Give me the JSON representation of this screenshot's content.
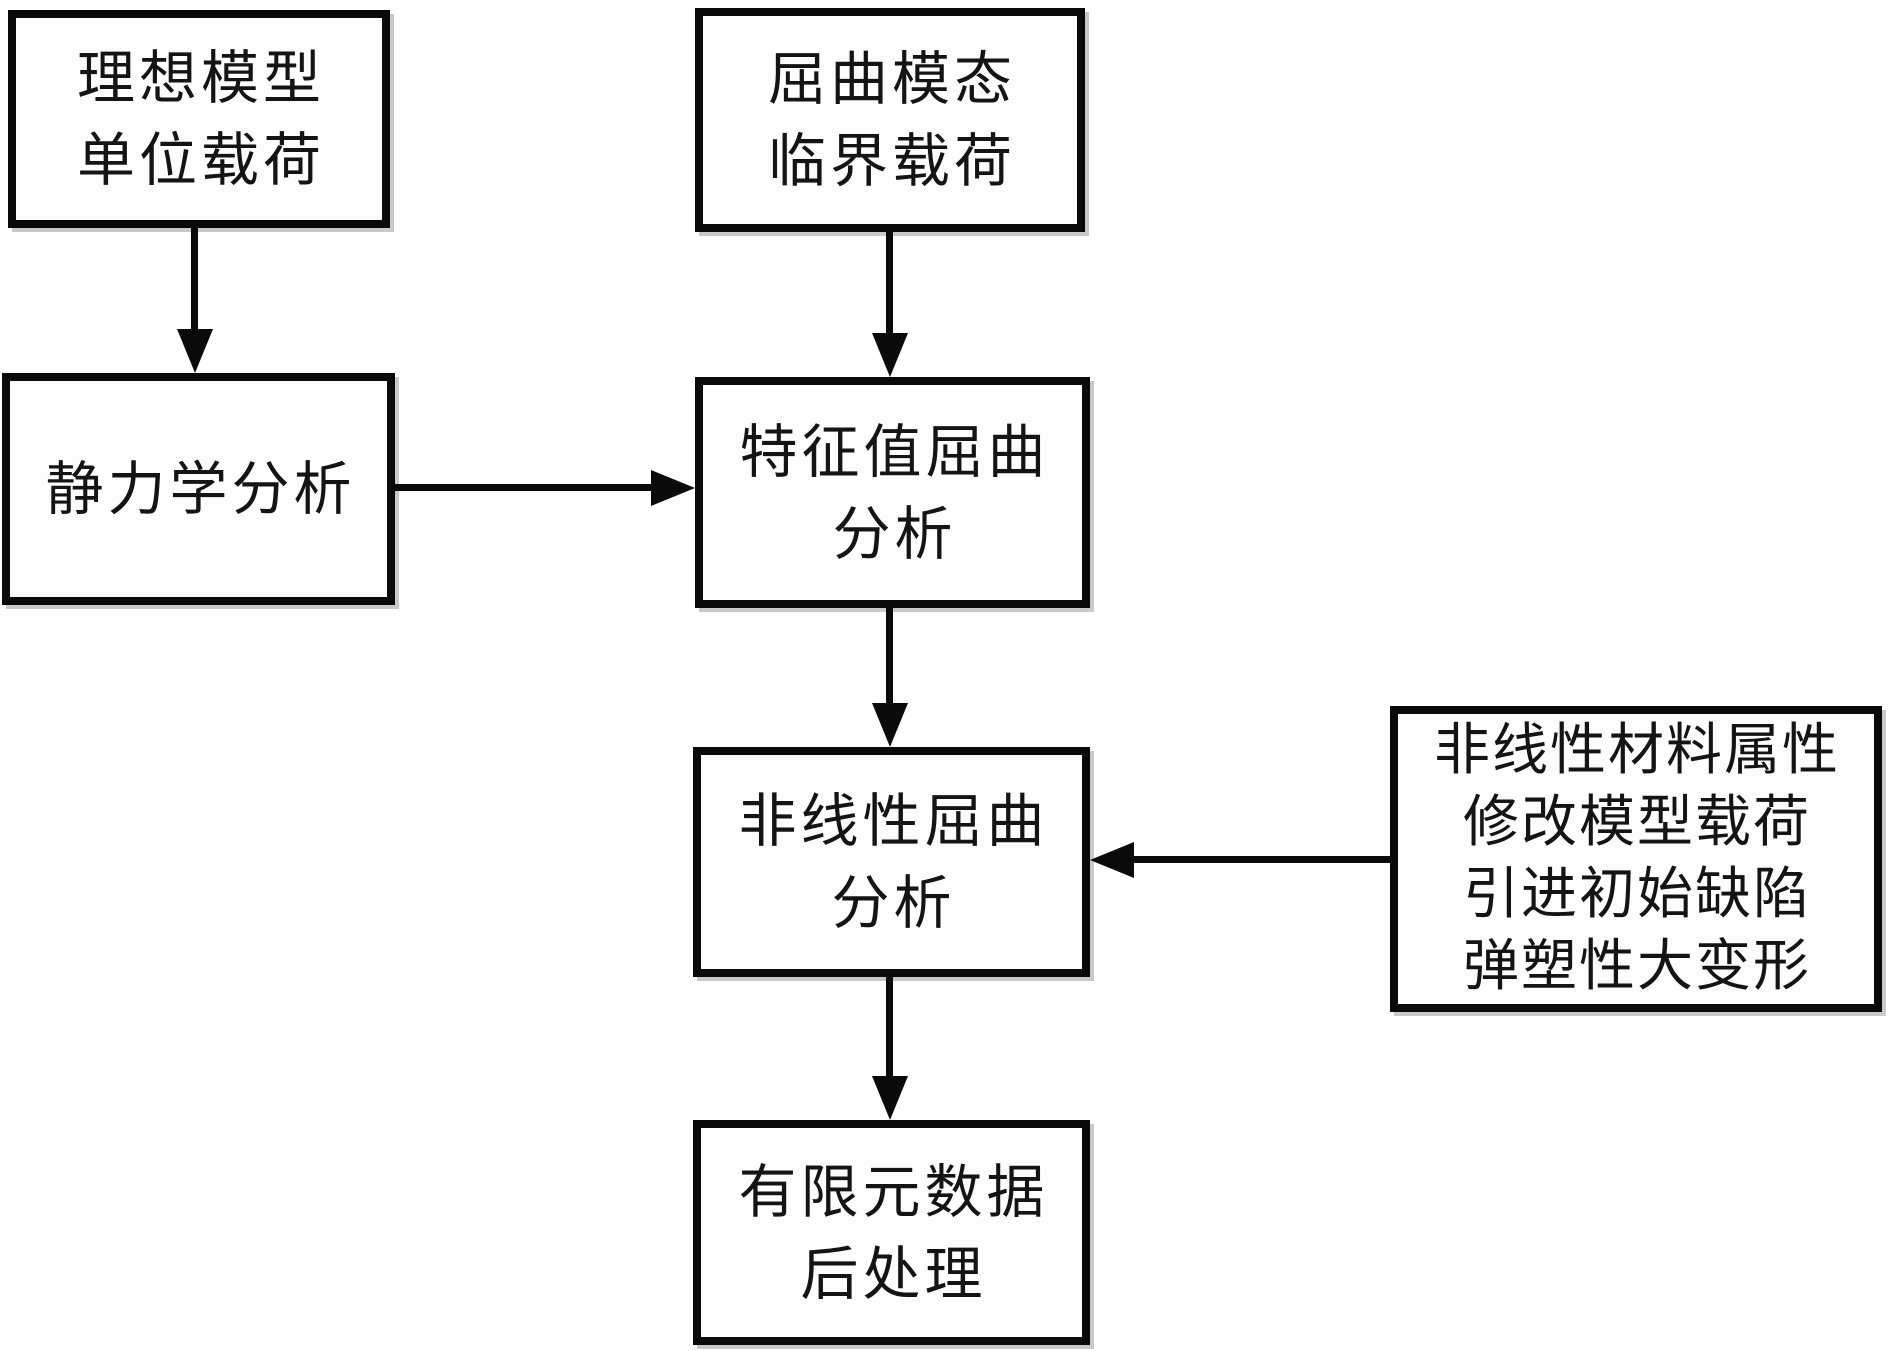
{
  "flowchart": {
    "boxes": [
      {
        "id": "ideal-model",
        "lines": [
          "理想模型",
          "单位载荷"
        ]
      },
      {
        "id": "buckling-mode",
        "lines": [
          "屈曲模态",
          "临界载荷"
        ]
      },
      {
        "id": "static-analysis",
        "lines": [
          "静力学分析"
        ]
      },
      {
        "id": "eigenvalue-buckling",
        "lines": [
          "特征值屈曲",
          "分析"
        ]
      },
      {
        "id": "nonlinear-buckling",
        "lines": [
          "非线性屈曲",
          "分析"
        ]
      },
      {
        "id": "nonlinear-settings",
        "lines": [
          "非线性材料属性",
          "修改模型载荷",
          "引进初始缺陷",
          "弹塑性大变形"
        ]
      },
      {
        "id": "fea-postprocessing",
        "lines": [
          "有限元数据",
          "后处理"
        ]
      }
    ],
    "connections": [
      {
        "from": "ideal-model",
        "to": "static-analysis",
        "direction": "down"
      },
      {
        "from": "buckling-mode",
        "to": "eigenvalue-buckling",
        "direction": "down"
      },
      {
        "from": "static-analysis",
        "to": "eigenvalue-buckling",
        "direction": "right"
      },
      {
        "from": "eigenvalue-buckling",
        "to": "nonlinear-buckling",
        "direction": "down"
      },
      {
        "from": "nonlinear-settings",
        "to": "nonlinear-buckling",
        "direction": "left"
      },
      {
        "from": "nonlinear-buckling",
        "to": "fea-postprocessing",
        "direction": "down"
      }
    ],
    "colors": {
      "border": "#0a0a0a",
      "fill": "#fdfdfd",
      "text": "#141414",
      "arrow": "#0a0a0a",
      "background": "#ffffff"
    }
  }
}
